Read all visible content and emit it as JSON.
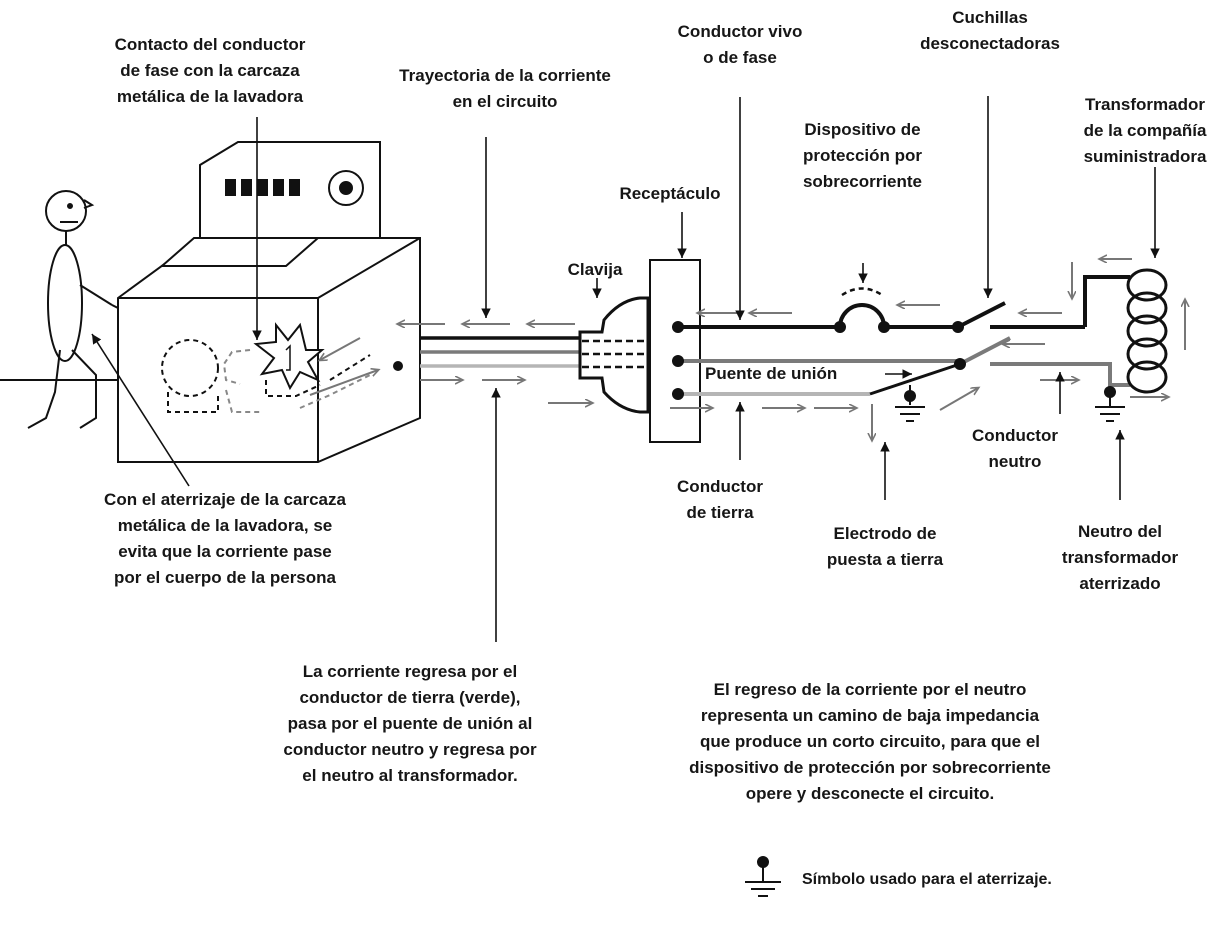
{
  "labels": {
    "contacto": [
      "Contacto del conductor",
      "de fase con la carcaza",
      "metálica de la lavadora"
    ],
    "trayectoria": [
      "Trayectoria de la corriente",
      "en el circuito"
    ],
    "conductor_vivo": [
      "Conductor vivo",
      "o de fase"
    ],
    "cuchillas": [
      "Cuchillas",
      "desconectadoras"
    ],
    "dispositivo": [
      "Dispositivo de",
      "protección por",
      "sobrecorriente"
    ],
    "transformador": [
      "Transformador",
      "de la compañía",
      "suministradora"
    ],
    "receptaculo": "Receptáculo",
    "clavija": "Clavija",
    "puente": "Puente de unión",
    "conductor_tierra": [
      "Conductor",
      "de tierra"
    ],
    "electrodo": [
      "Electrodo de",
      "puesta a tierra"
    ],
    "conductor_neutro": [
      "Conductor",
      "neutro"
    ],
    "neutro_transformador": [
      "Neutro del",
      "transformador",
      "aterrizado"
    ],
    "aterrizaje_carcaza": [
      "Con el aterrizaje de la carcaza",
      "metálica de la lavadora, se",
      "evita que la corriente pase",
      "por el cuerpo de la persona"
    ],
    "regreso_tierra": [
      "La corriente regresa por el",
      "conductor de tierra (verde),",
      "pasa por el puente de unión al",
      "conductor neutro y regresa por",
      "el neutro al transformador."
    ],
    "regreso_neutro": [
      "El regreso de la corriente por el neutro",
      "representa un camino de baja impedancia",
      "que produce un corto circuito, para que el",
      "dispositivo de protección por sobrecorriente",
      "opere y desconecte el circuito."
    ],
    "simbolo": "Símbolo usado para el aterrizaje."
  },
  "colors": {
    "line_black": "#111111",
    "line_gray": "#7a7a7a",
    "line_lightgray": "#b5b5b5",
    "text": "#161616"
  }
}
